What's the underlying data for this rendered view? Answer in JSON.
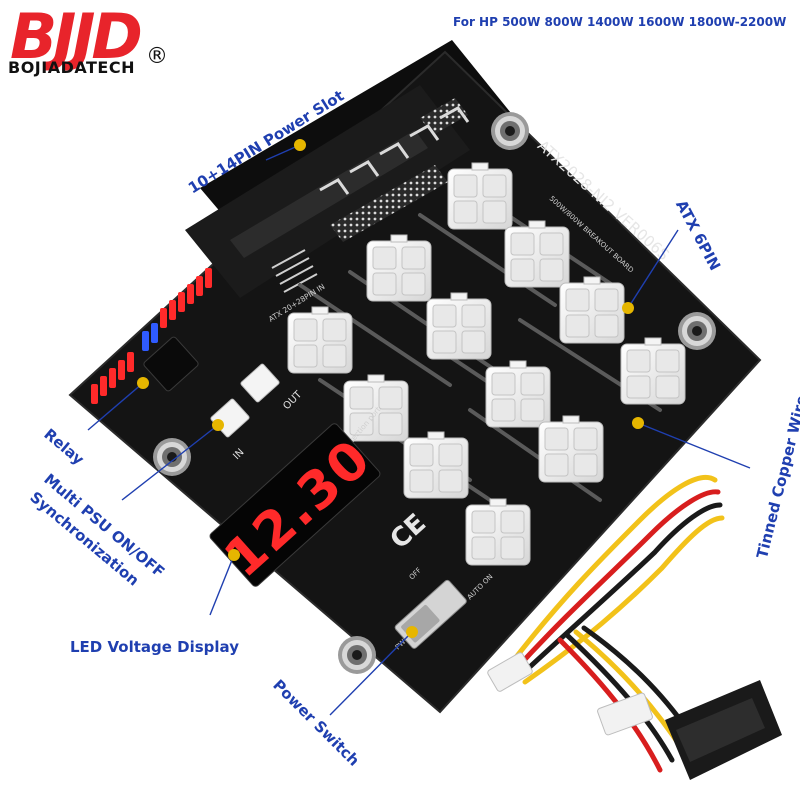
{
  "logo": {
    "mark_text": "BJJD",
    "brand_name": "BOJIADATECH",
    "registered_symbol": "®"
  },
  "compatibility": "For HP 500W  800W 1400W 1600W 1800W-2200W",
  "callouts": {
    "power_slot": "10+14PIN Power Slot",
    "atx_6pin": "ATX 6PIN",
    "relay": "Relay",
    "multi_psu_line1": "Multi PSU ON/OFF",
    "multi_psu_line2": "Synchronization",
    "led_display": "LED Voltage Display",
    "power_switch": "Power Switch",
    "tinned_wire": "Tinned Copper Wire"
  },
  "board": {
    "model": "ATX2028-NI2  VER006S",
    "subtitle": "500W/800W BREAKOUT BOARD",
    "atx_in_label": "ATX 20+28PIN IN",
    "detection_label": "Main Detection port",
    "in_label": "IN",
    "out_label": "OUT",
    "display_value": "12.30",
    "pwr_on_label": "PWR ON",
    "auto_on_label": "AUTO ON",
    "off_label": "OFF",
    "ce_mark": "CE"
  },
  "colors": {
    "accent_blue": "#1f3fb0",
    "logo_red": "#e8242b",
    "board_black": "#141414",
    "led_red": "#ff2a2a",
    "connector_white": "#f2f2f2",
    "wire_red": "#d81e1e",
    "wire_yellow": "#f2c21a",
    "wire_black": "#1a1a1a"
  }
}
